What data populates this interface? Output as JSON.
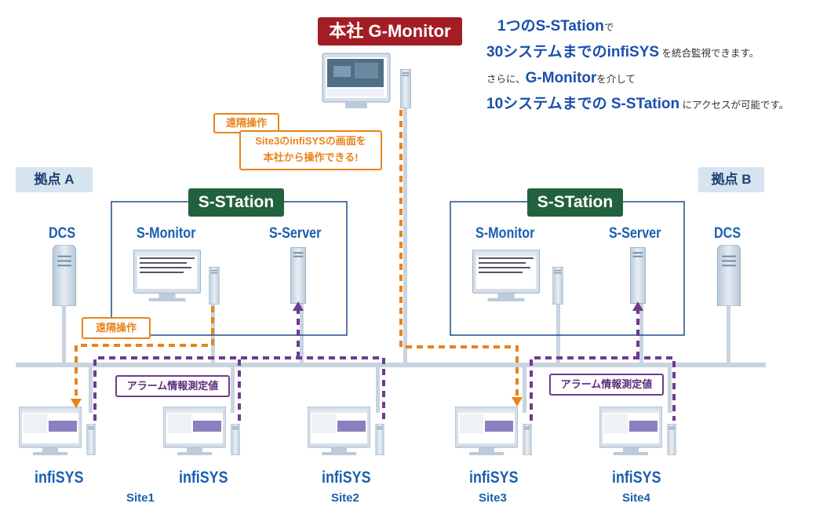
{
  "hq": {
    "label": "本社 G-Monitor"
  },
  "description": {
    "line1": {
      "highlight": "1つのS-STation",
      "text": "で"
    },
    "line2": {
      "highlight": "30システムまでのinfiSYS",
      "text": " を統合監視できます。"
    },
    "line3": {
      "prefix": "さらに、",
      "highlight": "G-Monitor",
      "text": "を介して"
    },
    "line4": {
      "highlight": "10システムまでの S-STation",
      "text": " にアクセスが可能です。"
    }
  },
  "remote_op": {
    "label": "遠隔操作",
    "callout_line1": "Site3のinfiSYSの画面を",
    "callout_line2": "本社から操作できる!",
    "label_lower": "遠隔操作"
  },
  "site_a": {
    "label": "拠点 A",
    "dcs": "DCS",
    "sstation": "S-STation",
    "smonitor": "S-Monitor",
    "sserver": "S-Server",
    "alarm": "アラーム情報測定値"
  },
  "site_b": {
    "label": "拠点 B",
    "dcs": "DCS",
    "sstation": "S-STation",
    "smonitor": "S-Monitor",
    "sserver": "S-Server",
    "alarm": "アラーム情報測定値"
  },
  "infisys_label": "infiSYS",
  "sites": [
    "Site1",
    "Site2",
    "Site3",
    "Site4"
  ],
  "colors": {
    "hq_tag": "#a31d24",
    "sstation_tag": "#22613d",
    "orange": "#e8841a",
    "purple": "#6e3b8e",
    "network": "#c8d4e0",
    "accent_blue": "#1a5fae"
  },
  "icons": [
    "monitor-icon",
    "server-tower-icon",
    "dcs-server-icon"
  ]
}
